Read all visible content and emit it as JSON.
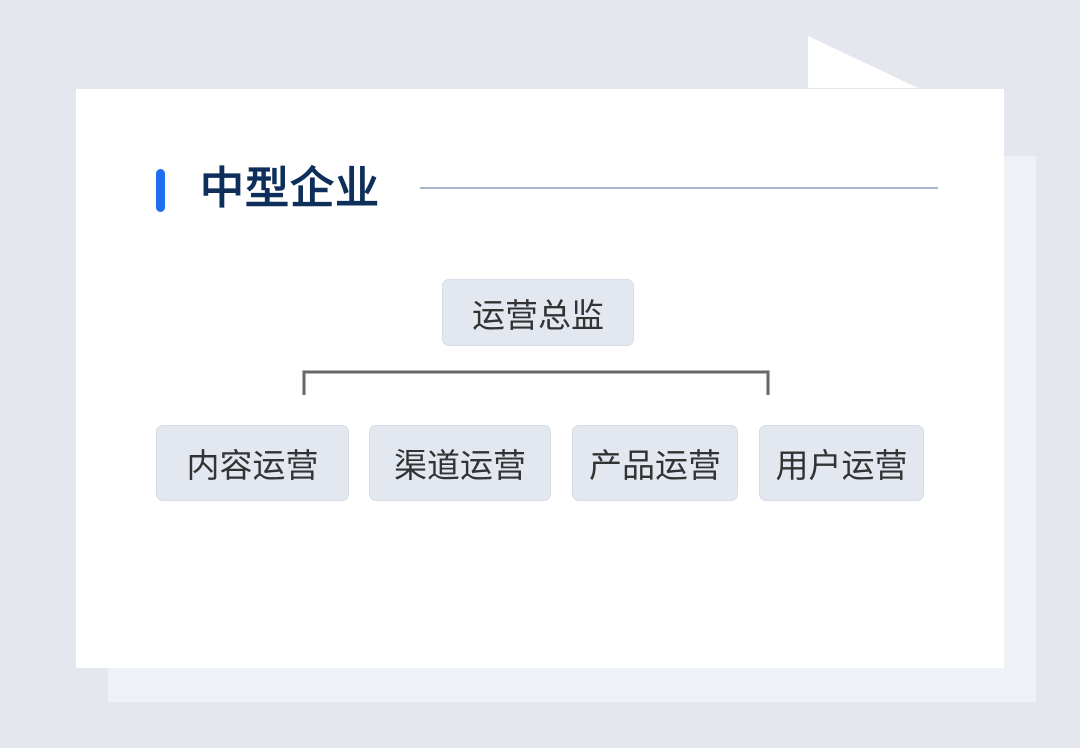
{
  "colors": {
    "page_background": "#e4e8ee",
    "accent": "#1e6ff0",
    "title_text": "#0e2f5c",
    "rule": "#a8b7cc",
    "node_fill": "#e3e8f0",
    "node_text": "#333333",
    "connector": "#666666"
  },
  "section": {
    "title": "中型企业"
  },
  "org_chart": {
    "root": {
      "label": "运营总监"
    },
    "children": [
      {
        "label": "内容运营"
      },
      {
        "label": "渠道运营"
      },
      {
        "label": "产品运营"
      },
      {
        "label": "用户运营"
      }
    ]
  }
}
